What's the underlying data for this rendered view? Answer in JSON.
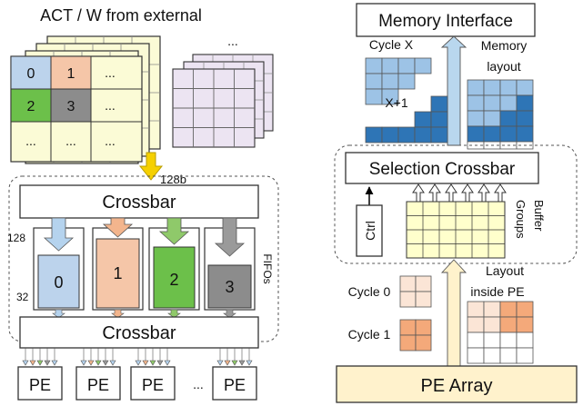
{
  "left_panel": {
    "title": "ACT / W from external",
    "ellipsis_top": "...",
    "tile_labels": [
      "0",
      "1",
      "2",
      "3"
    ],
    "tile_ellipsis": "...",
    "bus_width": "128b",
    "crossbar_top": "Crossbar",
    "crossbar_bottom": "Crossbar",
    "fifo_labels": [
      "0",
      "1",
      "2",
      "3"
    ],
    "fifo_side_label": "FIFOs",
    "width_in": "128",
    "width_out": "32",
    "pe_label": "PE",
    "pe_ellipsis": "...",
    "colors": {
      "tile0": "#bcd3ec",
      "tile1": "#f5c6a8",
      "tile2": "#6cc04a",
      "tile3": "#8c8c8c",
      "tile_bg": "#fbfbd6",
      "weight_bg": "#ece4f2",
      "arrow_yellow": "#f5d000",
      "arrow_blue": "#b5d3ee",
      "arrow_orange": "#f3b58d",
      "arrow_green": "#8fc96a",
      "arrow_gray": "#9a9a9a"
    }
  },
  "right_panel": {
    "memory_interface": "Memory Interface",
    "cycle_x": "Cycle X",
    "cycle_x1": "X+1",
    "memory_layout": [
      "Memory",
      "layout"
    ],
    "selection_crossbar": "Selection Crossbar",
    "ctrl": "Ctrl",
    "buffer_groups": [
      "Buffer",
      "Groups"
    ],
    "layout_inside_pe": [
      "Layout",
      "inside PE"
    ],
    "cycle_0": "Cycle 0",
    "cycle_1": "Cycle 1",
    "pe_array": "PE Array",
    "colors": {
      "light_blue": "#9dc3e6",
      "dark_blue": "#2e75b6",
      "light_orange": "#fbe5d6",
      "dark_orange": "#f4a97a",
      "buffer_yellow": "#ffffcc",
      "pe_array_bg": "#fff2cc",
      "up_arrow": "#b9d7ee"
    }
  }
}
